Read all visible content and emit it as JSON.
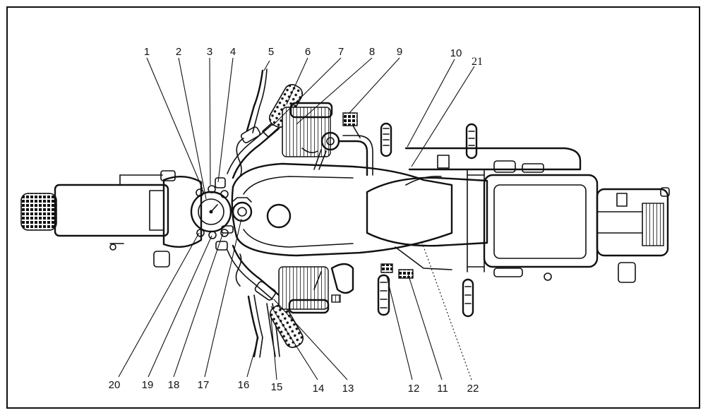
{
  "figure": {
    "callouts": [
      {
        "id": "1",
        "text": "1"
      },
      {
        "id": "2",
        "text": "2"
      },
      {
        "id": "3",
        "text": "3"
      },
      {
        "id": "4",
        "text": "4"
      },
      {
        "id": "5",
        "text": "5"
      },
      {
        "id": "6",
        "text": "6"
      },
      {
        "id": "7",
        "text": "7"
      },
      {
        "id": "8",
        "text": "8"
      },
      {
        "id": "9",
        "text": "9"
      },
      {
        "id": "10",
        "text": "10"
      },
      {
        "id": "11",
        "text": "11"
      },
      {
        "id": "12",
        "text": "12"
      },
      {
        "id": "13",
        "text": "13"
      },
      {
        "id": "14",
        "text": "14"
      },
      {
        "id": "15",
        "text": "15"
      },
      {
        "id": "16",
        "text": "16"
      },
      {
        "id": "17",
        "text": "17"
      },
      {
        "id": "18",
        "text": "18"
      },
      {
        "id": "19",
        "text": "19"
      },
      {
        "id": "20",
        "text": "20"
      },
      {
        "id": "21",
        "text": "21"
      },
      {
        "id": "22",
        "text": "22"
      }
    ]
  }
}
